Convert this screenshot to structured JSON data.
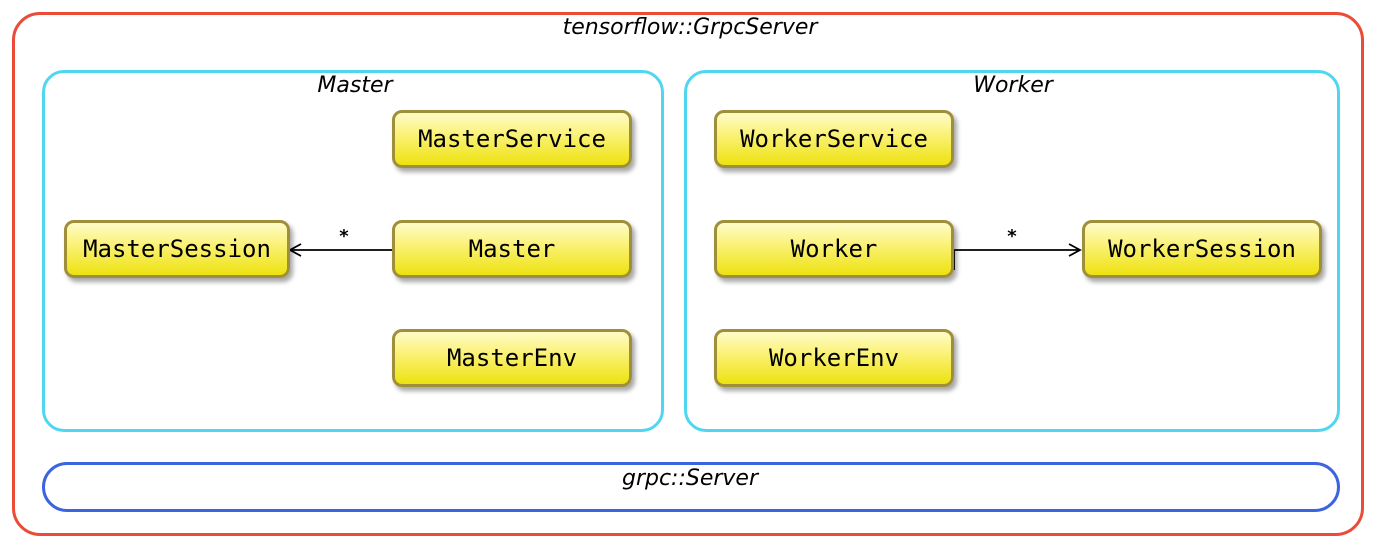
{
  "diagram": {
    "container_label": "tensorflow::GrpcServer",
    "master_region": {
      "label": "Master",
      "nodes": {
        "master_service": "MasterService",
        "master_session": "MasterSession",
        "master": "Master",
        "master_env": "MasterEnv"
      }
    },
    "worker_region": {
      "label": "Worker",
      "nodes": {
        "worker_service": "WorkerService",
        "worker": "Worker",
        "worker_session": "WorkerSession",
        "worker_env": "WorkerEnv"
      }
    },
    "grpc_server_label": "grpc::Server",
    "edges": [
      {
        "from": "Master",
        "to": "MasterSession",
        "multiplicity": "*"
      },
      {
        "from": "Worker",
        "to": "WorkerSession",
        "multiplicity": "*"
      }
    ],
    "colors": {
      "container_border": "#ec4b37",
      "region_border": "#4fd6f1",
      "grpc_border": "#3c63e0",
      "node_border": "#a08f3a",
      "node_fill": "#fbf27a"
    }
  }
}
